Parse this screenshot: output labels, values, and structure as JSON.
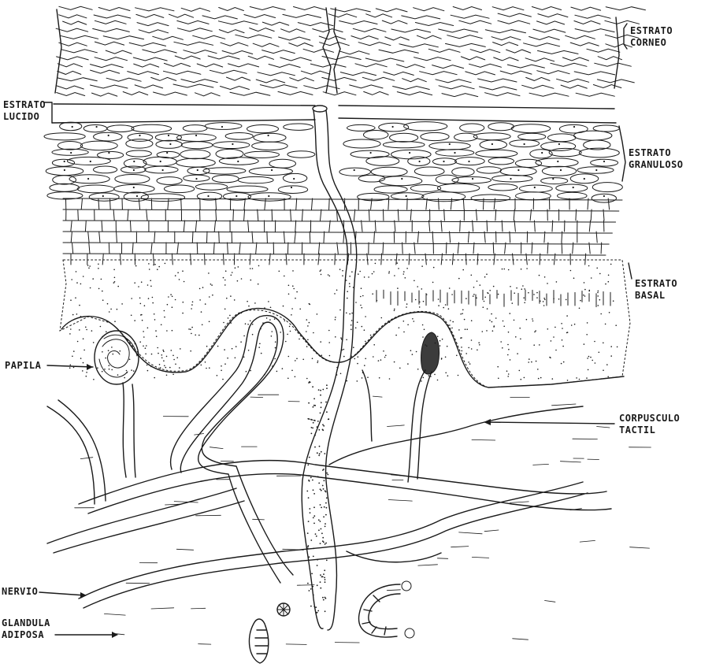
{
  "labels": {
    "estrato_corneo": [
      "ESTRATO",
      "CORNEO"
    ],
    "estrato_lucido": [
      "ESTRATO",
      "LUCIDO"
    ],
    "estrato_granuloso": [
      "ESTRATO",
      "GRANULOSO"
    ],
    "estrato_basal": [
      "ESTRATO",
      "BASAL"
    ],
    "papila": "PAPILA",
    "corpusculo_tactil": [
      "CORPUSCULO",
      "TACTIL"
    ],
    "nervio": "NERVIO",
    "glandula_adiposa": [
      "GLANDULA",
      "ADIPOSA"
    ]
  },
  "colors": {
    "ink": "#1a1a1a",
    "paper": "#ffffff"
  }
}
